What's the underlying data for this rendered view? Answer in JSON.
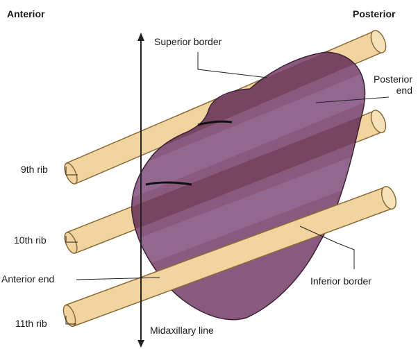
{
  "corner_labels": {
    "anterior": "Anterior",
    "posterior": "Posterior"
  },
  "structure_labels": {
    "superior_border": "Superior border",
    "posterior_end": "Posterior end",
    "rib_9": "9th rib",
    "rib_10": "10th rib",
    "anterior_end": "Anterior end",
    "inferior_border": "Inferior border",
    "rib_11": "11th rib",
    "midaxillary_line": "Midaxillary line"
  },
  "colors": {
    "rib_fill": "#f2d49e",
    "rib_stroke": "#8a6a3a",
    "spleen_fill": "#8a5a7e",
    "spleen_stroke": "#3d2236",
    "spleen_band_dark": "#6e3b52",
    "spleen_band_light": "#9c7aa6"
  }
}
